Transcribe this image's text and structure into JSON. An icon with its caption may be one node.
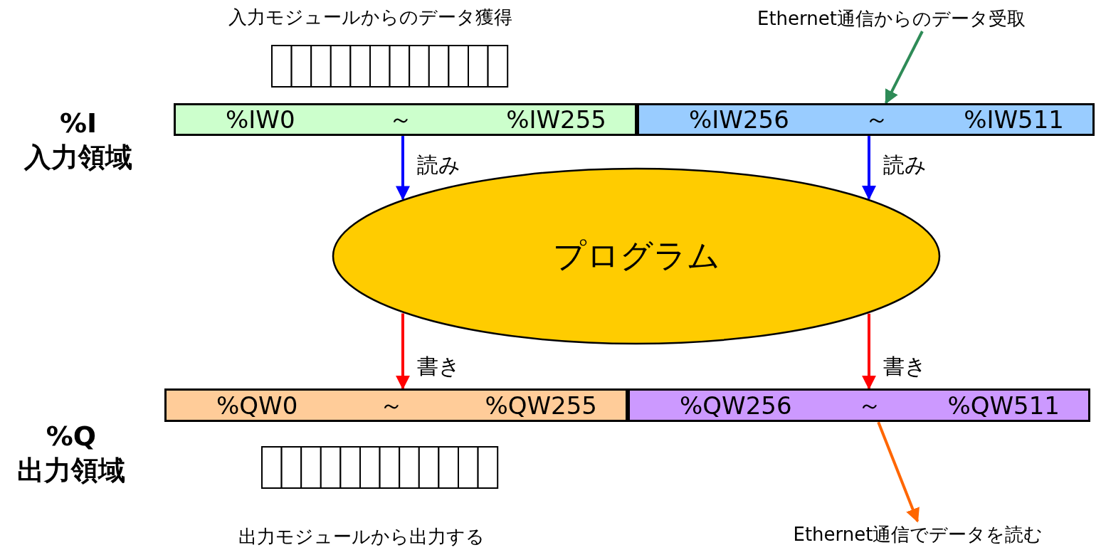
{
  "diagram": {
    "nodes": [
      {
        "text": [
          "%IW0",
          "～",
          "%IW255"
        ]
      },
      {
        "text": [
          "%IW256",
          "～",
          "%IW511"
        ]
      },
      {
        "text": [
          "プログラム"
        ]
      },
      {
        "text": [
          "%QW0",
          "～",
          "%QW255"
        ]
      },
      {
        "text": [
          "%QW256",
          "～",
          "%QW511"
        ]
      },
      {
        "text": [
          "Ethernet通信からのデータ受取"
        ]
      },
      {
        "text": [
          "Ethernet通信でデータを読む"
        ]
      }
    ],
    "edges": [
      {
        "from": 5,
        "to": 1,
        "arrow": "to",
        "color": "#2e8b57"
      },
      {
        "from": 0,
        "to": 2,
        "arrow": "to",
        "label": "読み",
        "color": "#0000ff"
      },
      {
        "from": 1,
        "to": 2,
        "arrow": "to",
        "label": "読み",
        "color": "#0000ff"
      },
      {
        "from": 2,
        "to": 3,
        "arrow": "to",
        "label": "書き",
        "color": "#ff0000"
      },
      {
        "from": 2,
        "to": 4,
        "arrow": "to",
        "label": "書き",
        "color": "#ff0000"
      },
      {
        "from": 4,
        "to": 6,
        "arrow": "to",
        "color": "#ff6600"
      }
    ],
    "labels": [
      "入力モジュールからのデータ獲得",
      "%I 入力領域",
      "%Q 出力領域",
      "出力モジュールから出力する"
    ]
  }
}
